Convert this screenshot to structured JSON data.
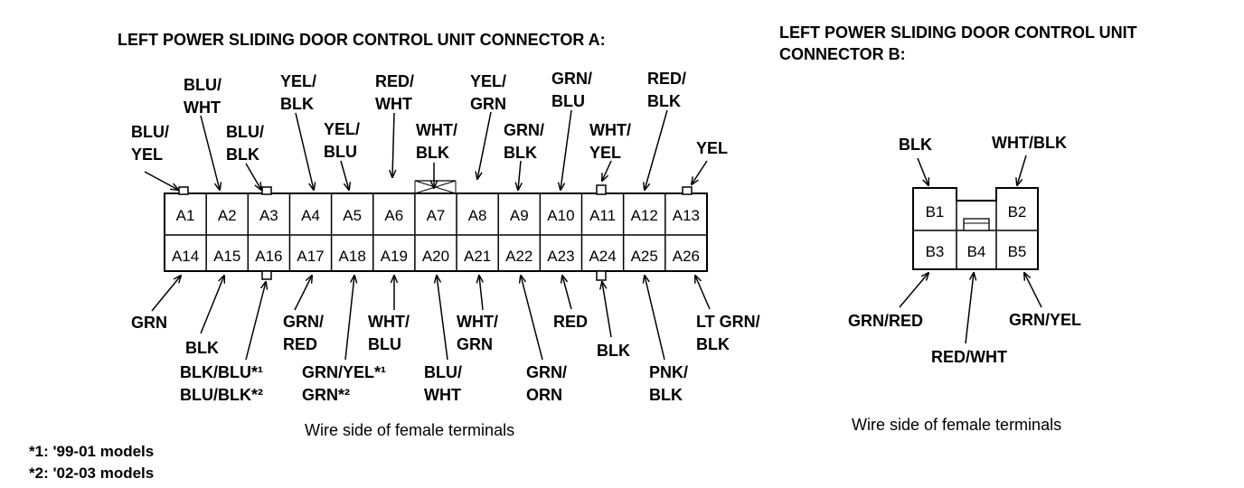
{
  "connector_a": {
    "title": "LEFT POWER SLIDING DOOR CONTROL UNIT CONNECTOR A:",
    "caption": "Wire side of female terminals",
    "top_pins": [
      "A1",
      "A2",
      "A3",
      "A4",
      "A5",
      "A6",
      "A7",
      "A8",
      "A9",
      "A10",
      "A11",
      "A12",
      "A13"
    ],
    "bottom_pins": [
      "A14",
      "A15",
      "A16",
      "A17",
      "A18",
      "A19",
      "A20",
      "A21",
      "A22",
      "A23",
      "A24",
      "A25",
      "A26"
    ],
    "top_wires": [
      [
        "BLU/",
        "YEL"
      ],
      [
        "BLU/",
        "WHT"
      ],
      [
        "BLU/",
        "BLK"
      ],
      [
        "YEL/",
        "BLK"
      ],
      [
        "YEL/",
        "BLU"
      ],
      [
        "RED/",
        "WHT"
      ],
      [
        "WHT/",
        "BLK"
      ],
      [
        "YEL/",
        "GRN"
      ],
      [
        "GRN/",
        "BLK"
      ],
      [
        "GRN/",
        "BLU"
      ],
      [
        "WHT/",
        "YEL"
      ],
      [
        "RED/",
        "BLK"
      ],
      [
        "YEL"
      ]
    ],
    "bottom_wires": [
      [
        "GRN"
      ],
      [
        "BLK"
      ],
      [
        "BLK/BLU*¹",
        "BLU/BLK*²"
      ],
      [
        "GRN/",
        "RED"
      ],
      [
        "GRN/YEL*¹",
        "GRN*²"
      ],
      [
        "WHT/",
        "BLU"
      ],
      [
        "BLU/",
        "WHT"
      ],
      [
        "WHT/",
        "GRN"
      ],
      [
        "GRN/",
        "ORN"
      ],
      [
        "RED"
      ],
      [
        "BLK"
      ],
      [
        "PNK/",
        "BLK"
      ],
      [
        "LT GRN/",
        "BLK"
      ]
    ]
  },
  "connector_b": {
    "title_line1": "LEFT POWER SLIDING DOOR CONTROL UNIT",
    "title_line2": "CONNECTOR B:",
    "caption": "Wire side of female terminals",
    "pins": [
      "B1",
      "B2",
      "B3",
      "B4",
      "B5"
    ],
    "wires": [
      "BLK",
      "WHT/BLK",
      "GRN/RED",
      "RED/WHT",
      "GRN/YEL"
    ]
  },
  "footnotes": [
    "*1: '99-01 models",
    "*2: '02-03 models"
  ]
}
